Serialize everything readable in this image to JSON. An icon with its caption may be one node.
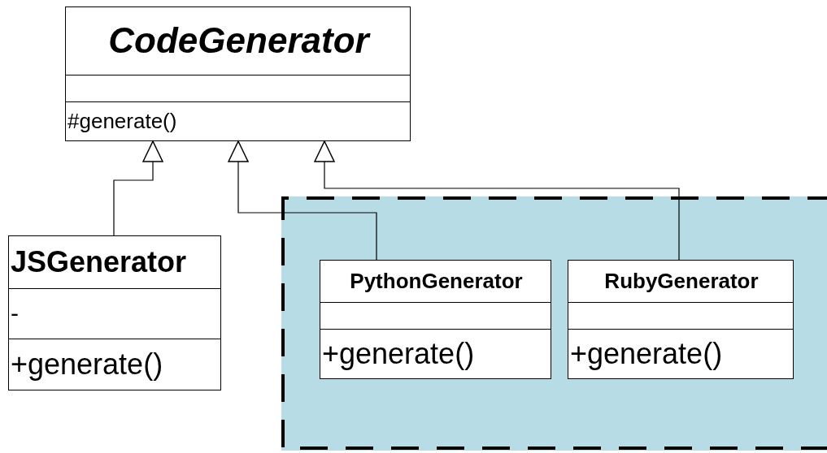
{
  "diagram": {
    "nodes": [
      {
        "text": [
          "CodeGenerator",
          "#generate()"
        ]
      },
      {
        "text": [
          "JSGenerator",
          "-",
          "+generate()"
        ]
      },
      {
        "text": [],
        "shape": "box"
      },
      {
        "text": [
          "PythonGenerator",
          "+generate()"
        ],
        "in": 2
      },
      {
        "text": [
          "RubyGenerator",
          "+generate()"
        ],
        "in": 2
      }
    ],
    "edges": [
      {
        "from": 1,
        "to": 0,
        "arrow": "to"
      },
      {
        "from": 3,
        "to": 0,
        "arrow": "to"
      },
      {
        "from": 4,
        "to": 0,
        "arrow": "to"
      }
    ]
  }
}
